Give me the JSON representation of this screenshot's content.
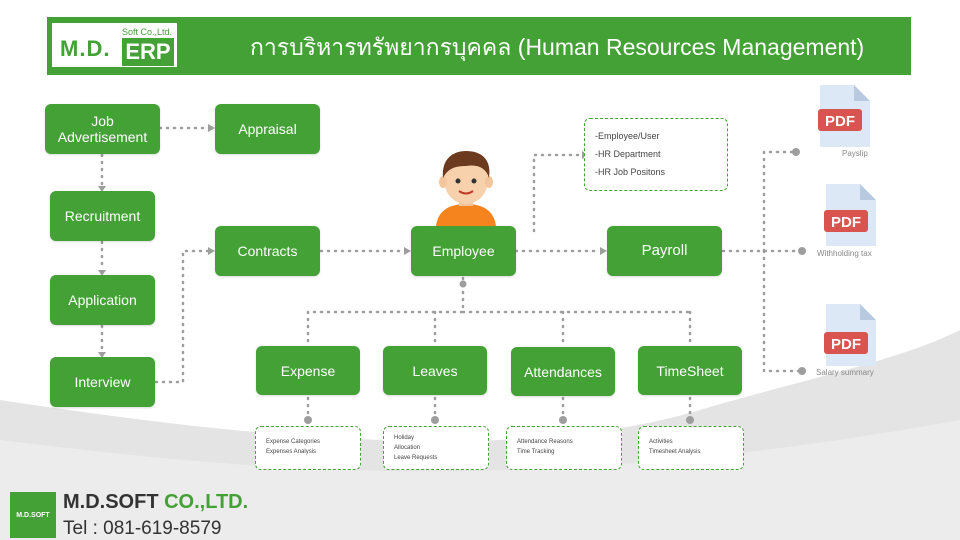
{
  "header": {
    "logo_md": "M.D.",
    "logo_soft": "Soft Co.,Ltd.",
    "logo_erp": "ERP",
    "title": "การบริหารทรัพยากรบุคคล (Human Resources Management)"
  },
  "nodes": {
    "job_advertisement": "Job\nAdvertisement",
    "appraisal": "Appraisal",
    "recruitment": "Recruitment",
    "application": "Application",
    "interview": "Interview",
    "contracts": "Contracts",
    "employee": "Employee",
    "payroll": "Payroll",
    "expense": "Expense",
    "leaves": "Leaves",
    "attendances": "Attendances",
    "timesheet": "TimeSheet"
  },
  "employee_info": [
    "-Employee/User",
    "-HR Department",
    "-HR Job Positons"
  ],
  "expense_items": [
    "Expense Categories",
    "Expenses Analysis"
  ],
  "leaves_items": [
    "Holiday",
    "Allocation",
    "Leave Requests"
  ],
  "attendances_items": [
    "Attendance Reasons",
    "Time Tracking"
  ],
  "timesheet_items": [
    "Activities",
    "Timesheet Analysis"
  ],
  "pdf_icon_text": "PDF",
  "outputs": [
    "Payslip",
    "Withholding tax",
    "Salary summary"
  ],
  "footer": {
    "logo": "M.D.SOFT",
    "company_dark": "M.D.SOFT",
    "company_green": "CO.,LTD.",
    "tel": "Tel : 081-619-8579"
  },
  "colors": {
    "accent": "#43a135",
    "connector": "#9e9e9e",
    "pdf_red": "#d9534f"
  }
}
